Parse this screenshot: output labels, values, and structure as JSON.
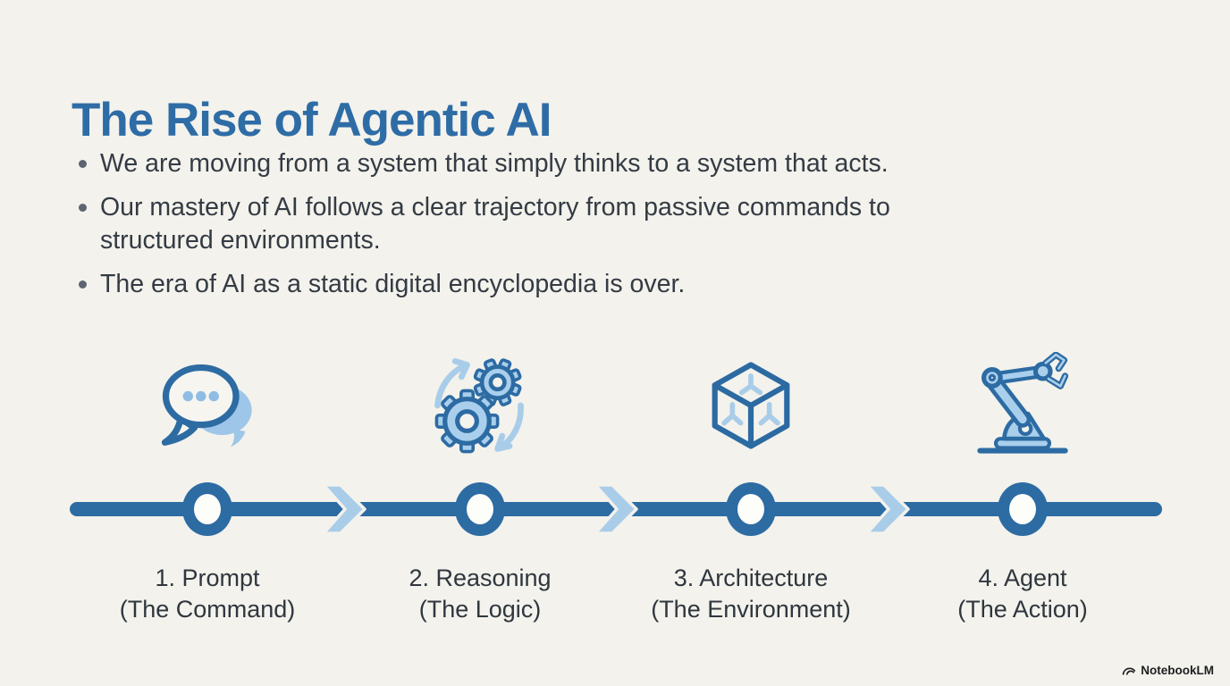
{
  "slide": {
    "title": "The Rise of Agentic AI",
    "bullets": [
      "We are moving from a system that simply thinks to a system that acts.",
      "Our mastery of AI follows a clear trajectory from passive commands to structured environments.",
      "The era of AI as a static digital encyclopedia is over."
    ],
    "timeline": {
      "stages": [
        {
          "label": "1. Prompt",
          "sublabel": "(The Command)",
          "icon": "chat-bubble-icon"
        },
        {
          "label": "2. Reasoning",
          "sublabel": "(The Logic)",
          "icon": "gears-cycle-icon"
        },
        {
          "label": "3. Architecture",
          "sublabel": "(The Environment)",
          "icon": "wireframe-cube-icon"
        },
        {
          "label": "4. Agent",
          "sublabel": "(The Action)",
          "icon": "robot-arm-icon"
        }
      ]
    },
    "footer": {
      "brand": "NotebookLM"
    },
    "colors": {
      "background": "#f3f2ec",
      "title_blue": "#2e6ca6",
      "accent_dark_blue": "#2d6ba3",
      "accent_light_blue": "#a9cde9",
      "body_text": "#343b44"
    }
  }
}
